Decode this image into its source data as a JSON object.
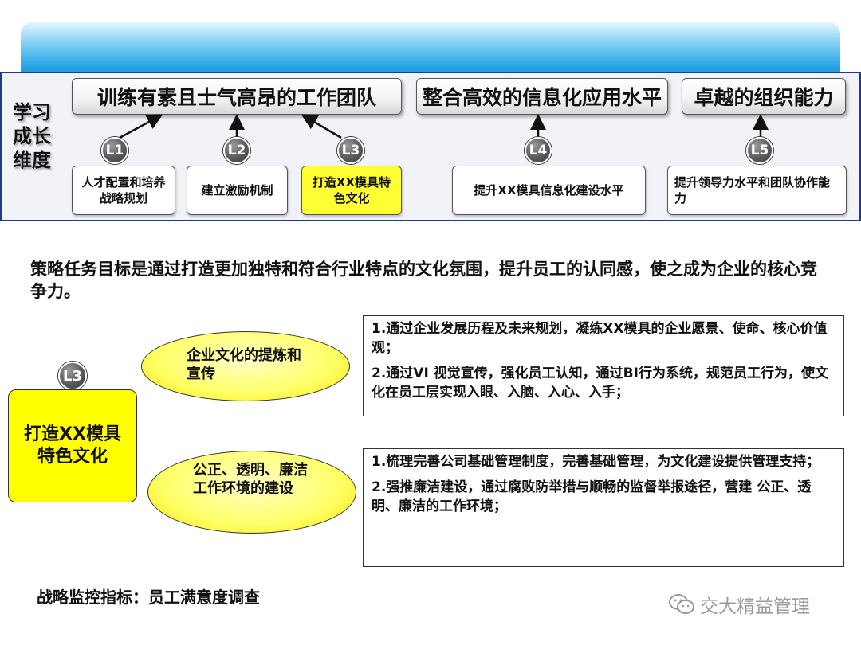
{
  "dimension_label": "学习成长维度",
  "goals": [
    {
      "id": "team",
      "label": "训练有素且士气高昂的工作团队"
    },
    {
      "id": "info",
      "label": "整合高效的信息化应用水平"
    },
    {
      "id": "org",
      "label": "卓越的组织能力"
    }
  ],
  "tasks": [
    {
      "badge": "L1",
      "label": "人才配置和培养战略规划",
      "highlight": false
    },
    {
      "badge": "L2",
      "label": "建立激励机制",
      "highlight": false
    },
    {
      "badge": "L3",
      "label": "打造XX模具特色文化",
      "highlight": true
    },
    {
      "badge": "L4",
      "label": "提升XX模具信息化建设水平",
      "highlight": false
    },
    {
      "badge": "L5",
      "label": "提升领导力水平和团队协作能力",
      "highlight": false
    }
  ],
  "objective_text": "策略任务目标是通过打造更加独特和符合行业特点的文化氛围，提升员工的认同感，使之成为企业的核心竞争力。",
  "focus": {
    "badge": "L3",
    "label": "打造XX模具特色文化"
  },
  "initiatives": [
    {
      "label": "企业文化的提炼和宣传",
      "details": [
        "1.通过企业发展历程及未来规划，凝练XX模具的企业愿景、使命、核心价值观；",
        "2.通过VI 视觉宣传，强化员工认知，通过BI行为系统，规范员工行为，使文化在员工层实现入眼、入脑、入心、入手；"
      ]
    },
    {
      "label": "公正、透明、廉洁工作环境的建设",
      "details": [
        "1.梳理完善公司基础管理制度，完善基础管理，为文化建设提供管理支持；",
        "2.强推廉洁建设，通过腐败防举措与顺畅的监督举报途径，营建 公正、透明、廉洁的工作环境；"
      ]
    }
  ],
  "monitor_indicator": "战略监控指标：员工满意度调查",
  "watermark": "交大精益管理",
  "colors": {
    "highlight": "#ffff00",
    "panel_border": "#1e3c8c",
    "banner": "#2ba7e4",
    "badge": "#5a5a5a"
  }
}
